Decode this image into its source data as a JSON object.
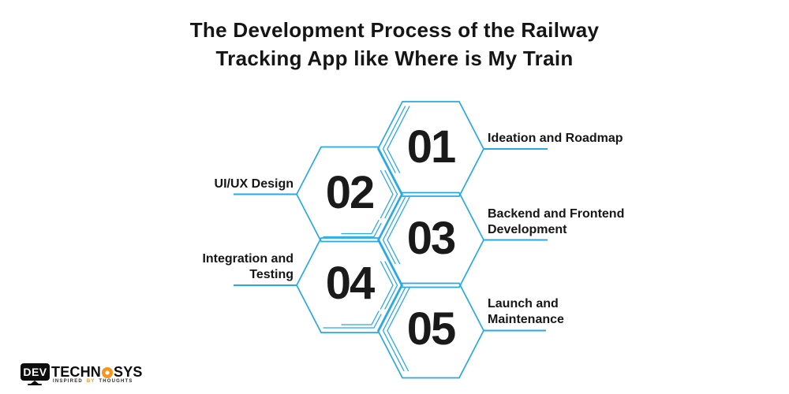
{
  "title": {
    "line1": "The Development Process of the Railway",
    "line2": "Tracking App like Where is My Train"
  },
  "steps": [
    {
      "number": "01",
      "label_line1": "Ideation and Roadmap",
      "label_line2": ""
    },
    {
      "number": "02",
      "label_line1": "UI/UX Design",
      "label_line2": ""
    },
    {
      "number": "03",
      "label_line1": "Backend and Frontend",
      "label_line2": "Development"
    },
    {
      "number": "04",
      "label_line1": "Integration and",
      "label_line2": "Testing"
    },
    {
      "number": "05",
      "label_line1": "Launch and",
      "label_line2": "Maintenance"
    }
  ],
  "logo": {
    "monitor_text": "DEV",
    "brand_part1": "TECHN",
    "brand_part2": "SYS",
    "tagline_word1": "INSPIRED",
    "tagline_word2": "BY",
    "tagline_word3": "THOUGHTS"
  },
  "colors": {
    "accent_blue": "#29a9e1",
    "text_dark": "#1a1a1a",
    "logo_orange": "#f7941d",
    "logo_black": "#0d0d0d"
  }
}
